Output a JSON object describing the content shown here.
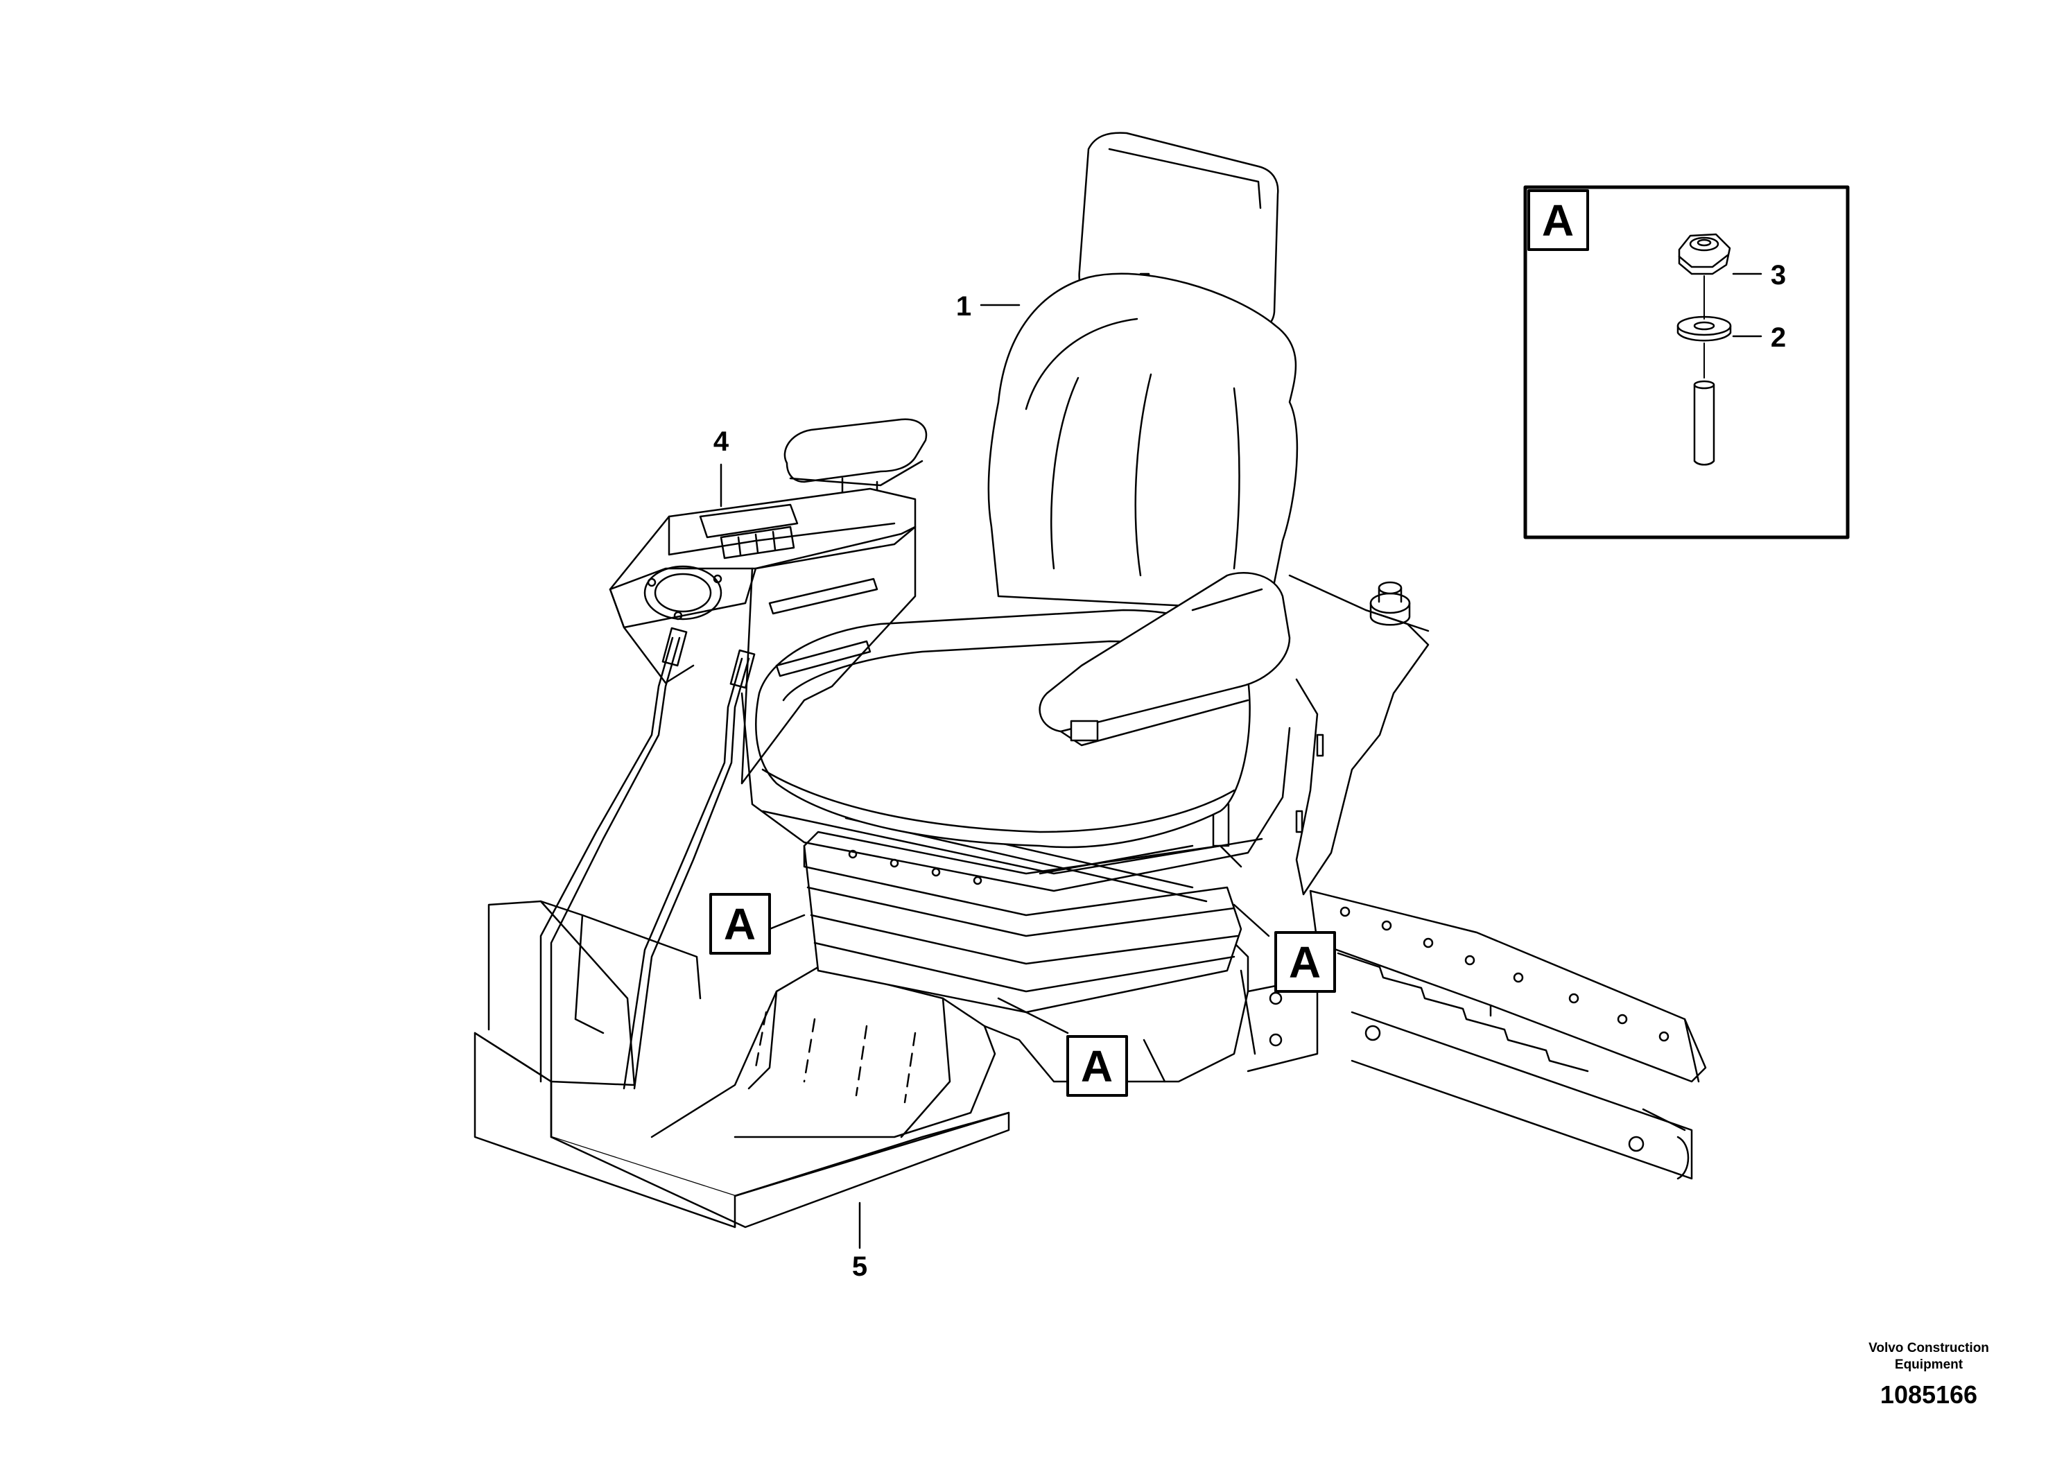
{
  "callouts": [
    {
      "number": "1",
      "part": "seat"
    },
    {
      "number": "2",
      "part": "washer"
    },
    {
      "number": "3",
      "part": "lock nut"
    },
    {
      "number": "4",
      "part": "control console"
    },
    {
      "number": "5",
      "part": "seat base"
    }
  ],
  "detail_markers": [
    "A",
    "A",
    "A"
  ],
  "detail_box": {
    "letter": "A"
  },
  "footer": {
    "manufacturer": "Volvo Construction Equipment",
    "part_id": "1085166"
  }
}
